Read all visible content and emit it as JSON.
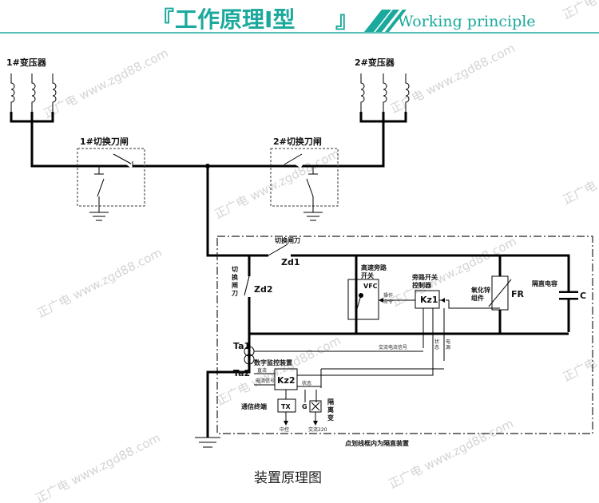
{
  "header": {
    "bracket_open": "『",
    "title": "工作原理Ⅰ型",
    "bracket_close": "』",
    "subtitle": "Working principle",
    "accent_color": "#1aa99c"
  },
  "watermark": {
    "text": "正广电 www.zgd88.com",
    "edge_text": "正广电",
    "color": "#d4d4d4"
  },
  "diagram": {
    "transformer1": "1#变压器",
    "transformer2": "2#变压器",
    "switch1": "1#切换刀闸",
    "switch2": "2#切换刀闸",
    "switch_knife_top": "切换闸刀",
    "zd1": "Zd1",
    "switch_knife_left": [
      "切",
      "换",
      "闸",
      "刀"
    ],
    "zd2": "Zd2",
    "bypass_switch": [
      "高速旁路",
      "开关"
    ],
    "vfc": "VFC",
    "bypass_controller": [
      "旁路开关",
      "控制器"
    ],
    "kz1": "Kz1",
    "zinc_oxide": [
      "氧化锌",
      "组件"
    ],
    "fr": "FR",
    "capacitor_label": "隔直电容",
    "c": "C",
    "ta1": "Ta1",
    "ta2": "Ta2",
    "ac_signal": "交流电流信号",
    "op_cmd": [
      "操作",
      "命令"
    ],
    "state": [
      "状",
      "态"
    ],
    "power": [
      "电",
      "源"
    ],
    "monitor": "数字监控装置",
    "kz2": "Kz2",
    "dc_line1": "直流",
    "dc_line2": "电流信号",
    "state2": "状态",
    "comm": "通信终端",
    "tx": "TX",
    "g": "G",
    "isolation": [
      "隔",
      "离",
      "变"
    ],
    "ac220": "交流220",
    "zhongkong": "中控",
    "dashed_note": "点划线框内为隔直装置",
    "caption": "装置原理图"
  }
}
